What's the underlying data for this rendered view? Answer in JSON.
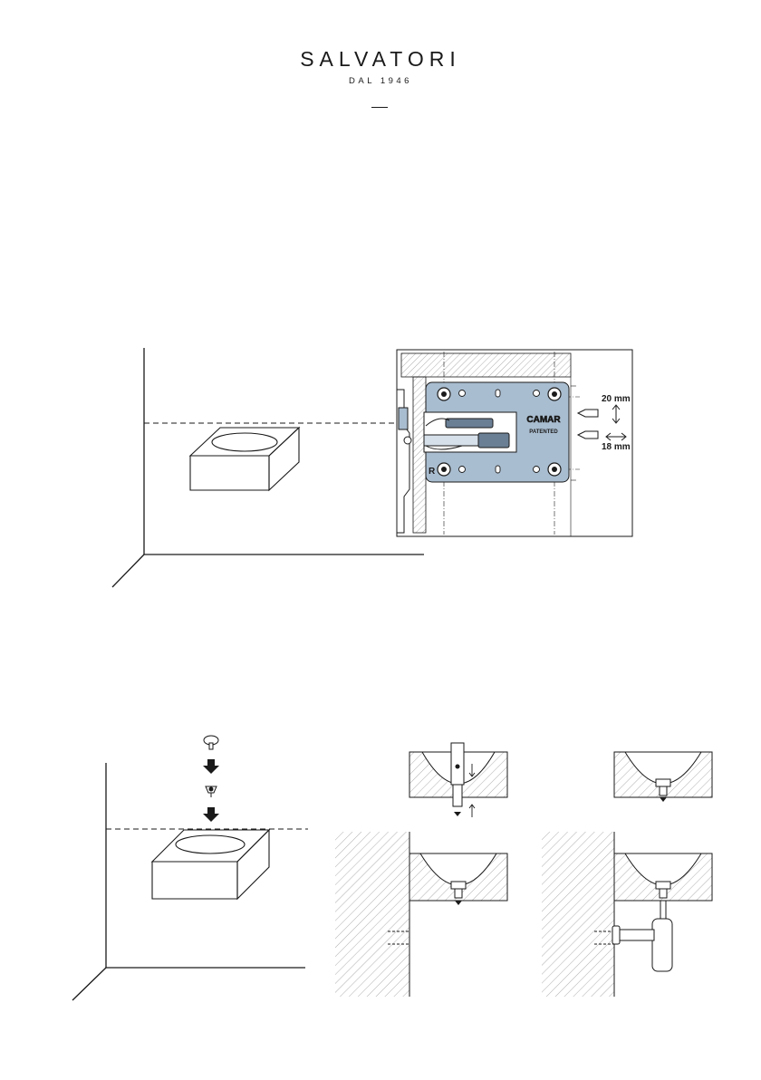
{
  "header": {
    "brand": "SALVATORI",
    "tagline": "DAL 1946"
  },
  "bracket_detail": {
    "dim_top": "20 mm",
    "dim_bottom": "18 mm",
    "logo_text": "CAMAR",
    "patent_text": "PATENTED",
    "corner_letter": "R"
  },
  "colors": {
    "plate": "#a9bdd0",
    "line": "#1a1a1a",
    "hatch": "#9a9a9a"
  }
}
